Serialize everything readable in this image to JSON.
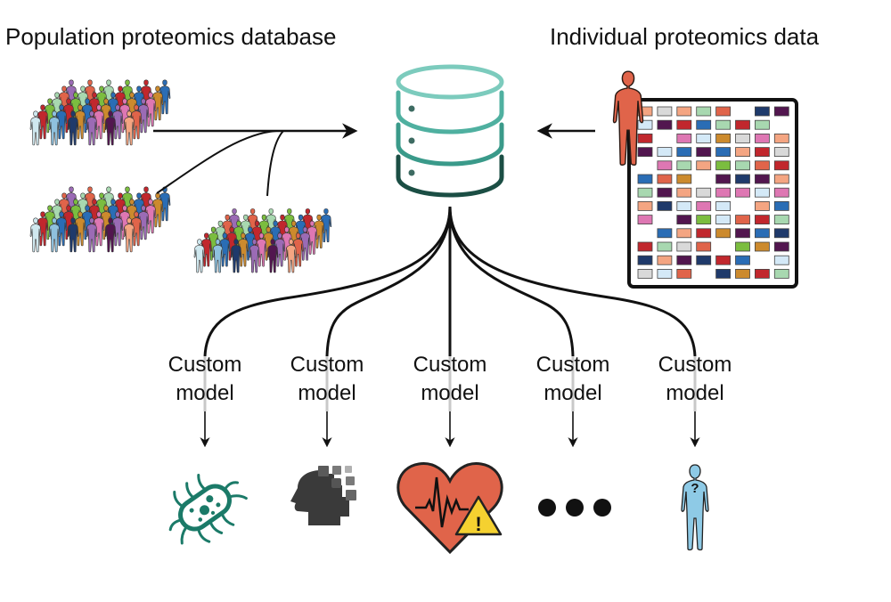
{
  "titles": {
    "population": "Population proteomics database",
    "individual": "Individual proteomics data"
  },
  "colors": {
    "database_top": "#7ccbbd",
    "database_mid": "#3a9a8a",
    "database_bottom": "#1b4e44",
    "person_individual": "#e0644a",
    "person_unknown": "#8ecae6",
    "heart": "#e0644a",
    "warning": "#f5d130",
    "bacterium": "#1b7a68",
    "head": "#3a3a3a"
  },
  "palette": {
    "salmon": "#f4a582",
    "lightgray": "#d9d9d9",
    "mint": "#a8d8b0",
    "coral": "#e0644a",
    "navy": "#1f3a6b",
    "plum": "#52164f",
    "lightblue": "#d4e9f7",
    "crimson": "#c1272d",
    "blue": "#2a6db5",
    "pink": "#de77b3",
    "ochre": "#cc8a2d",
    "green": "#7bbd3f"
  },
  "matrix": [
    [
      "salmon",
      "lightgray",
      "salmon",
      "mint",
      "coral",
      null,
      "navy",
      "plum"
    ],
    [
      "lightblue",
      "plum",
      "crimson",
      "blue",
      "mint",
      "crimson",
      "mint",
      null
    ],
    [
      "crimson",
      null,
      "pink",
      "lightblue",
      "ochre",
      "lightgray",
      "pink",
      "salmon"
    ],
    [
      "plum",
      "lightblue",
      "blue",
      "plum",
      "blue",
      "salmon",
      "crimson",
      "lightgray"
    ],
    [
      null,
      "pink",
      "mint",
      "salmon",
      "green",
      "mint",
      "coral",
      "crimson"
    ],
    [
      "blue",
      "coral",
      "ochre",
      null,
      "plum",
      "navy",
      "plum",
      "salmon"
    ],
    [
      "mint",
      "plum",
      "salmon",
      "lightgray",
      "pink",
      "pink",
      "lightblue",
      "pink"
    ],
    [
      "salmon",
      "navy",
      "lightblue",
      "pink",
      "lightblue",
      null,
      "salmon",
      "blue"
    ],
    [
      "pink",
      null,
      "plum",
      "green",
      "lightblue",
      "coral",
      "crimson",
      "mint"
    ],
    [
      null,
      "blue",
      "salmon",
      "crimson",
      "ochre",
      "plum",
      "blue",
      "navy"
    ],
    [
      "crimson",
      "mint",
      "lightgray",
      "coral",
      null,
      "green",
      "ochre",
      "plum"
    ],
    [
      "navy",
      "salmon",
      "plum",
      "navy",
      "crimson",
      "blue",
      null,
      "lightblue"
    ],
    [
      "lightgray",
      "lightblue",
      "coral",
      null,
      "navy",
      "ochre",
      "crimson",
      "mint"
    ]
  ],
  "crowd_colors": [
    "#cfe8ef",
    "#8fc1de",
    "#1f3a6b",
    "#9b6bb5",
    "#52164f",
    "#f4a582"
  ],
  "crowd_back_colors": [
    "#2a6db5",
    "#a8d8b0",
    "#de77b3",
    "#c1272d",
    "#e0644a",
    "#cc8a2d",
    "#7bbd3f",
    "#9b6bb5"
  ],
  "models": [
    {
      "line1": "Custom",
      "line2": "model",
      "outcome": "bacterium-icon"
    },
    {
      "line1": "Custom",
      "line2": "model",
      "outcome": "cognitive-decline-head-icon"
    },
    {
      "line1": "Custom",
      "line2": "model",
      "outcome": "heart-warning-icon"
    },
    {
      "line1": "Custom",
      "line2": "model",
      "outcome": "ellipsis-icon"
    },
    {
      "line1": "Custom",
      "line2": "model",
      "outcome": "unknown-person-icon"
    }
  ],
  "unknown_mark": "?",
  "warning_mark": "!"
}
